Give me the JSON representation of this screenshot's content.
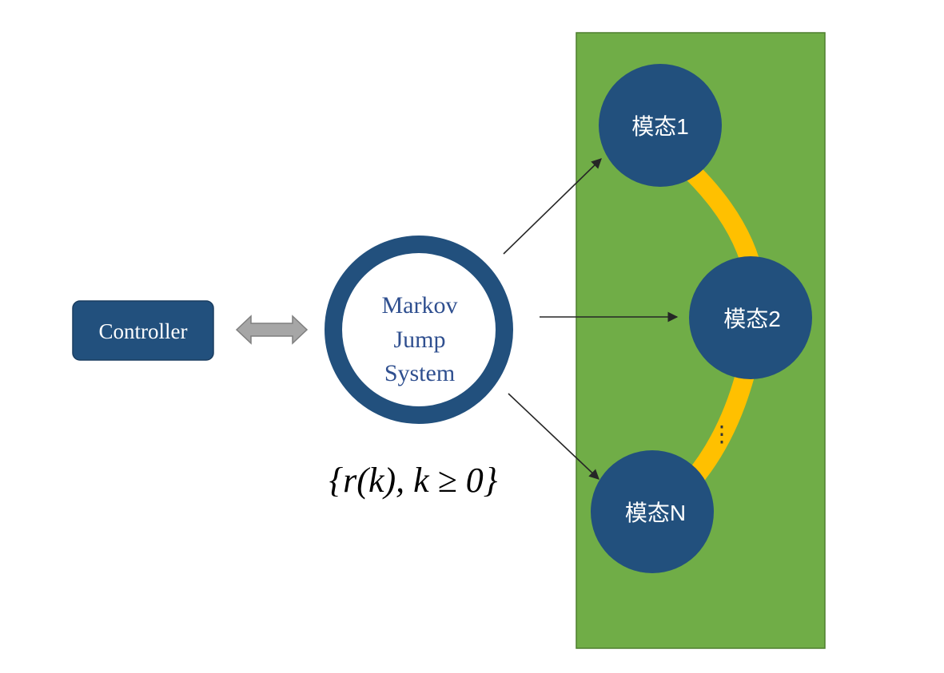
{
  "controller": {
    "label": "Controller"
  },
  "system": {
    "line1": "Markov",
    "line2": "Jump",
    "line3": "System"
  },
  "formula": {
    "text": "{r(k), k ≥ 0}"
  },
  "modes": {
    "mode1": "模态1",
    "mode2": "模态2",
    "modeN": "模态N",
    "ellipsis": "⋮"
  },
  "colors": {
    "node_fill": "#22507d",
    "panel_green": "#70ad47",
    "chain_yellow": "#ffc000",
    "double_arrow_gray": "#a6a6a6",
    "system_text": "#2f4f8f"
  }
}
